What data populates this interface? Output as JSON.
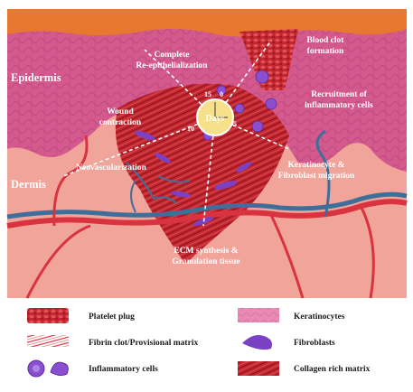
{
  "layers": {
    "epidermis": "Epidermis",
    "dermis": "Dermis"
  },
  "phases": {
    "complete_reepi_line1": "Complete",
    "complete_reepi_line2": "Re-epithelialization",
    "blood_clot_line1": "Blood clot",
    "blood_clot_line2": "formation",
    "recruitment_line1": "Recruitment of",
    "recruitment_line2": "inflammatory cells",
    "wound_contraction_line1": "Wound",
    "wound_contraction_line2": "contraction",
    "neovascularization": "Neovascularization",
    "keratinocyte_line1": "Keratinocyte &",
    "keratinocyte_line2": "Fibroblast migration",
    "ecm_line1": "ECM synthesis &",
    "ecm_line2": "Granulation tissue"
  },
  "clock": {
    "center_label": "Days",
    "ticks": {
      "t0": "0",
      "t5": "5",
      "t10": "10",
      "t15": "15"
    }
  },
  "legend": {
    "platelet_plug": "Platelet plug",
    "fibrin_clot": "Fibrin clot/Provisional matrix",
    "inflammatory_cells": "Inflammatory cells",
    "keratinocytes": "Keratinocytes",
    "fibroblasts": "Fibroblasts",
    "collagen_matrix": "Collagen rich matrix"
  },
  "colors": {
    "epidermis": "#d45a8e",
    "dermis": "#f0a49a",
    "wound": "#c2262f",
    "vessel_red": "#d8333f",
    "vessel_blue": "#3e6f9a",
    "inflammatory": "#8a4fd0",
    "clock_fill": "#f7e08a"
  }
}
